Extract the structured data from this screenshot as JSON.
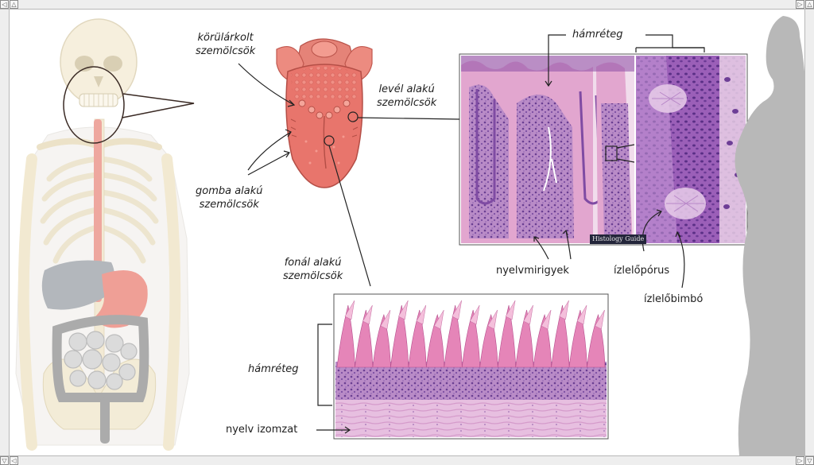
{
  "labels": {
    "circumvallate": "körülárkolt\nszemölcsök",
    "foliate": "levél alakú\nszemölcsök",
    "fungiform": "gomba alakú\nszemölcsök",
    "filiform": "fonál alakú\nszemölcsök",
    "epithelium_top": "hámréteg",
    "epithelium_bottom": "hámréteg",
    "lingual_glands": "nyelvmirigyek",
    "taste_pore": "ízlelőpórus",
    "taste_bud": "ízlelőbimbó",
    "tongue_muscle": "nyelv izomzat",
    "watermark": "Histology Guide"
  },
  "colors": {
    "tongue": "#e8756c",
    "esophagus": "#e98a80",
    "histology_purple": "#8a5aa8",
    "histology_pink": "#e3a3cc",
    "silhouette": "#b8b8b8",
    "frame": "#eeeeee"
  },
  "icons": {
    "arrow_left": "◁",
    "arrow_right": "▷",
    "arrow_up": "△",
    "arrow_down": "▽"
  }
}
